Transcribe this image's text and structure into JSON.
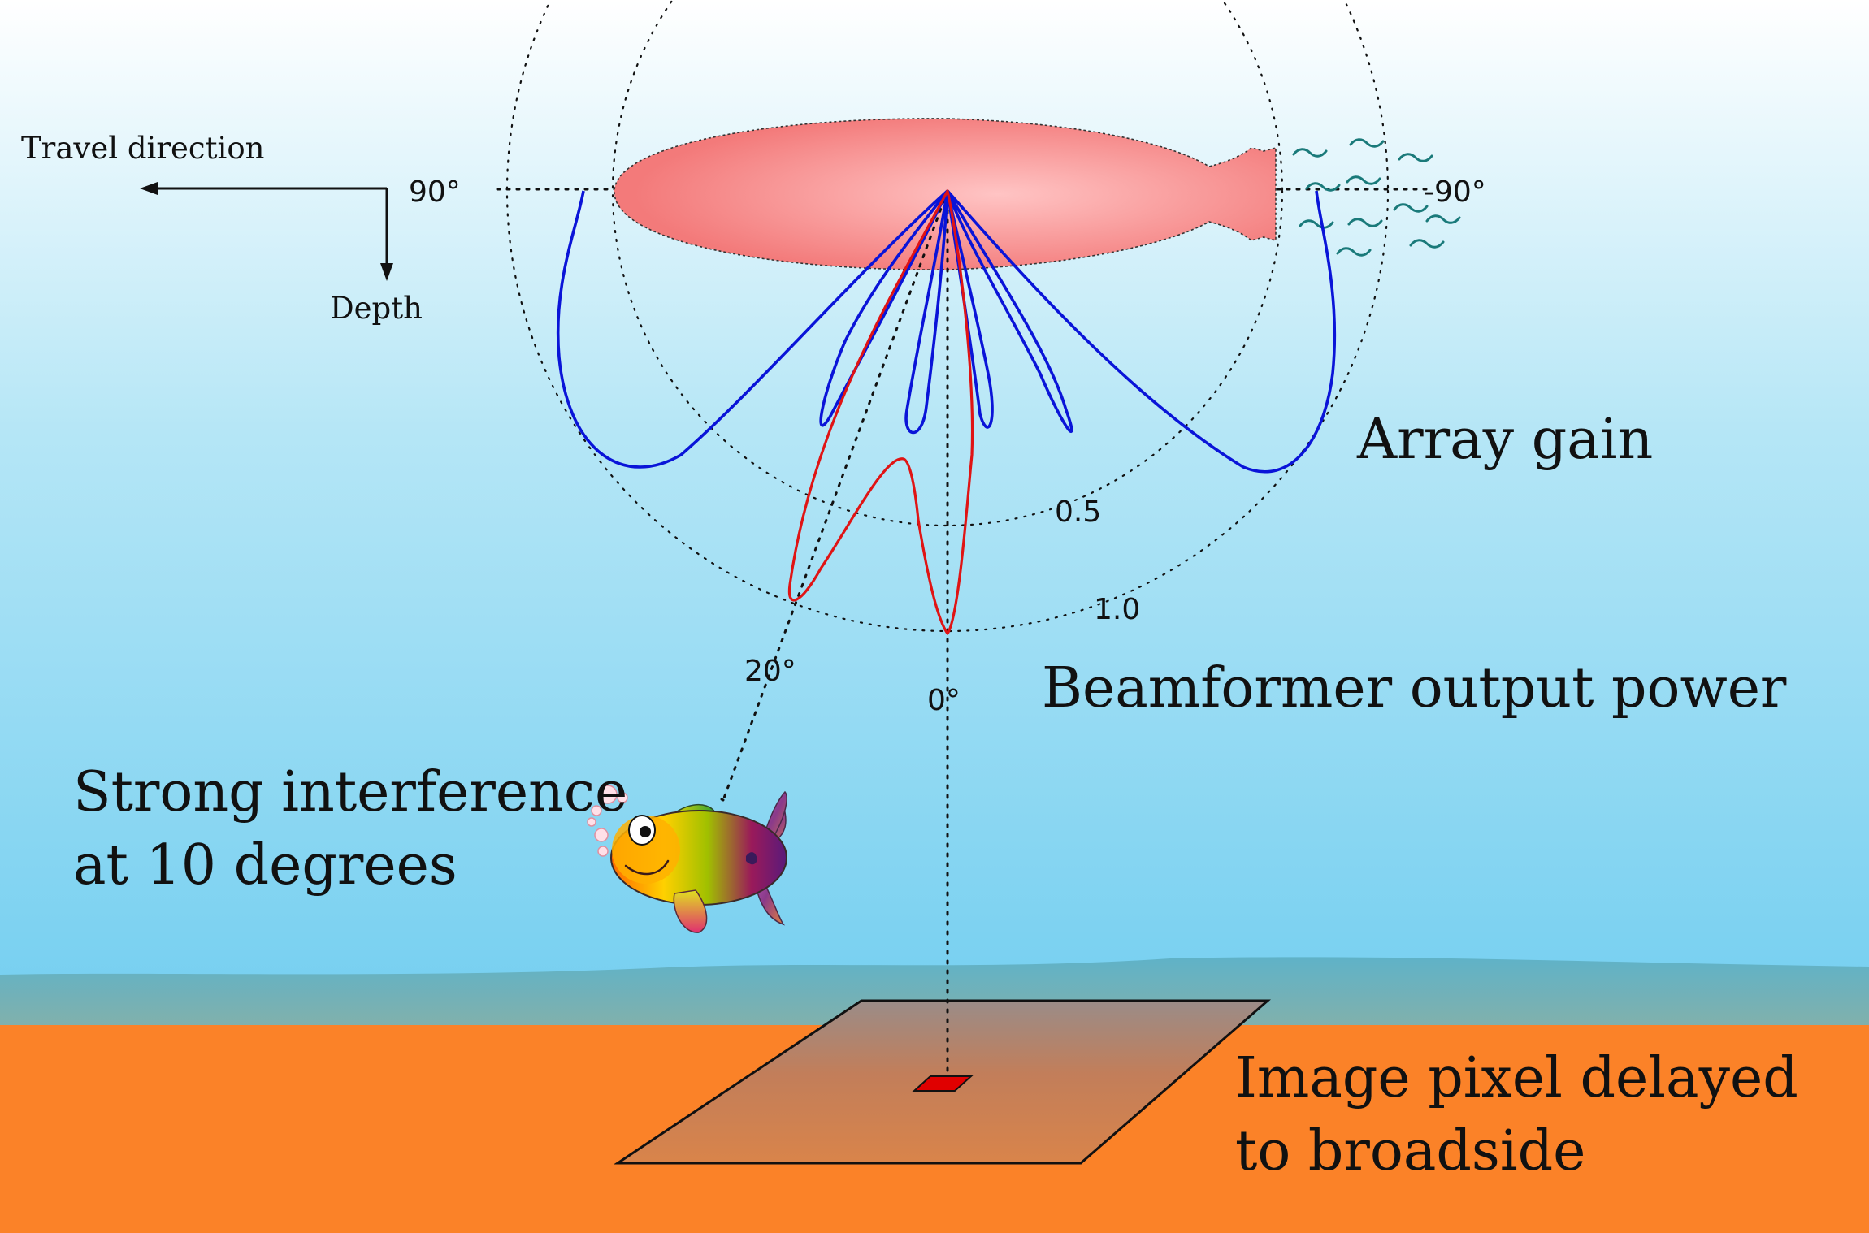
{
  "labels": {
    "travel_direction": "Travel direction",
    "depth": "Depth",
    "array_gain": "Array gain",
    "beamformer_output_power": "Beamformer output power",
    "interference_line1": "Strong interference",
    "interference_line2": "at 10 degrees",
    "pixel_line1": "Image pixel delayed",
    "pixel_line2": "to broadside"
  },
  "polar": {
    "angle_left": "90°",
    "angle_right": "-90°",
    "angle_20": "20°",
    "angle_0": "0°",
    "radius_inner": "0.5",
    "radius_outer": "1.0"
  },
  "colors": {
    "array_gain": "#0a14d8",
    "beamformer_output": "#e01414",
    "vehicle": "#f58080",
    "pixel": "#e00000",
    "seabed": "#fb8228",
    "water_top": "#ffffff",
    "water_bottom": "#5cc6ee",
    "wake": "#1a7a7a"
  },
  "icons": {
    "fish": "fish-icon",
    "bubbles": "bubbles-icon",
    "vehicle": "sonar-vehicle-icon",
    "wake": "wake-icon"
  }
}
